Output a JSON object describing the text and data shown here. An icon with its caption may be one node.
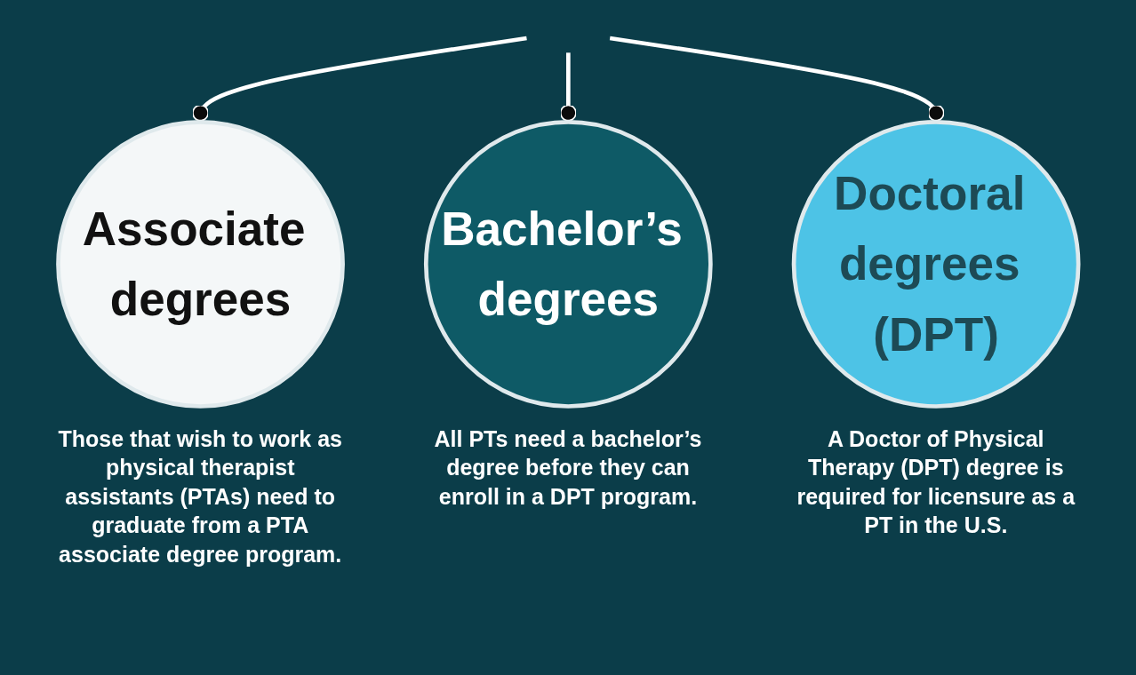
{
  "diagram": {
    "nodes": [
      {
        "text": [
          "Associate degrees"
        ],
        "beside": [
          "Those that wish to work as physical therapist assistants (PTAs) need to graduate from a PTA associate degree program."
        ]
      },
      {
        "text": [
          "Bachelor’s degrees"
        ],
        "beside": [
          "All PTs need a bachelor’s degree before they can enroll in a DPT program."
        ]
      },
      {
        "text": [
          "Doctoral degrees (DPT)"
        ],
        "beside": [
          "A Doctor of Physical Therapy (DPT) degree is required for licensure as a PT in the U.S."
        ]
      }
    ],
    "edges": [
      {
        "from": null,
        "to": 0,
        "arrow": "other"
      },
      {
        "from": null,
        "to": 1,
        "arrow": "other"
      },
      {
        "from": null,
        "to": 2,
        "arrow": "other"
      }
    ]
  }
}
